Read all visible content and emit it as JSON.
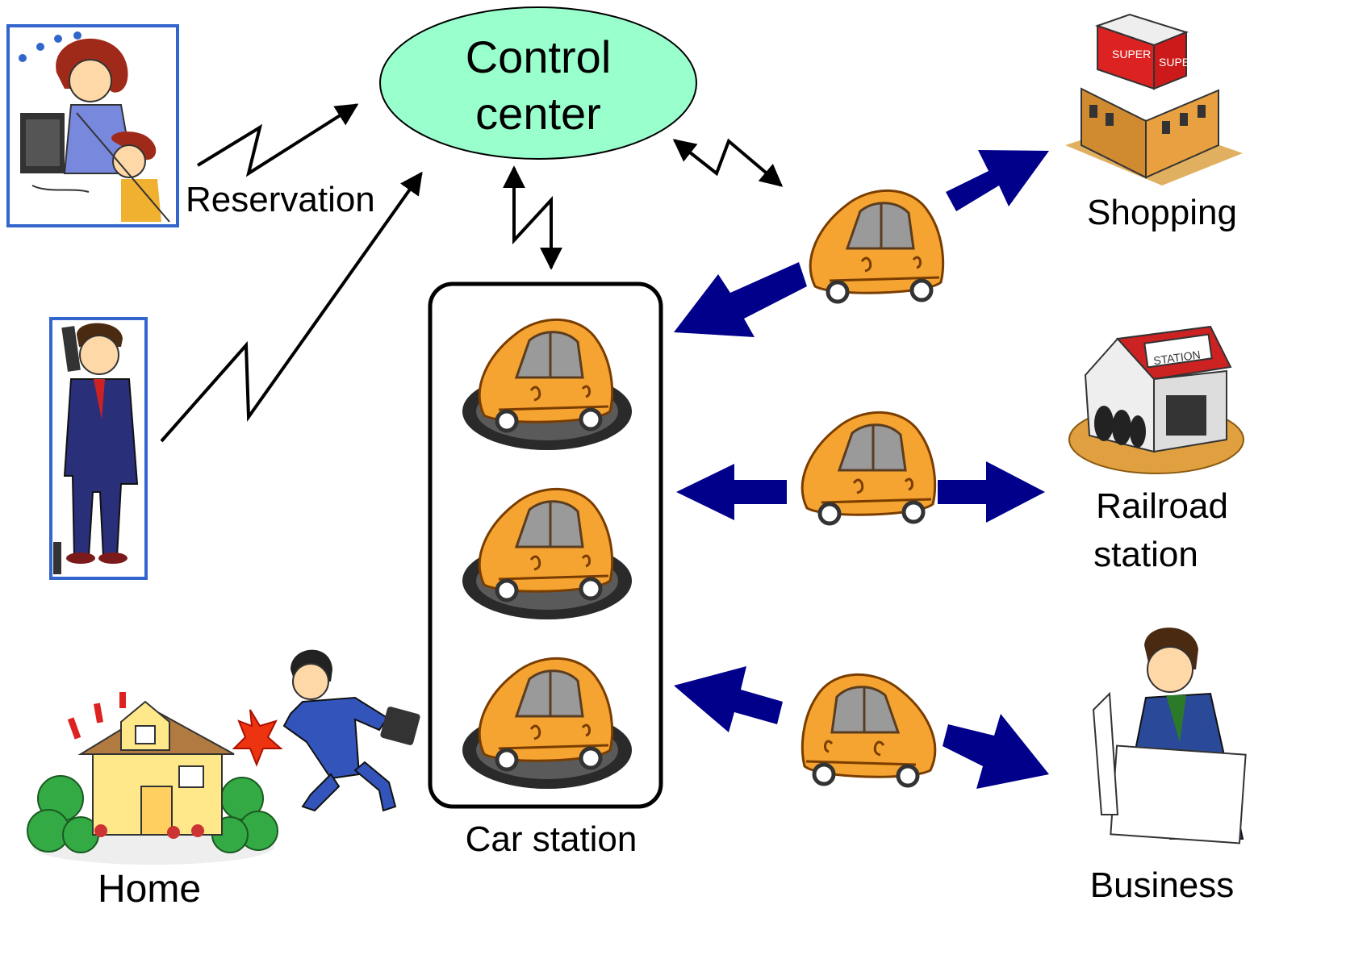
{
  "nodes": {
    "control_center": {
      "line1": "Control",
      "line2": "center"
    },
    "reservation": "Reservation",
    "car_station": "Car station",
    "home": "Home",
    "shopping": "Shopping",
    "railroad_station": {
      "line1": "Railroad",
      "line2": "station"
    },
    "business": "Business"
  },
  "colors": {
    "control_center_fill": "#99ffcc",
    "arrow_blue": "#00008b",
    "car_orange": "#f5a331",
    "frame_blue": "#3366cc"
  }
}
